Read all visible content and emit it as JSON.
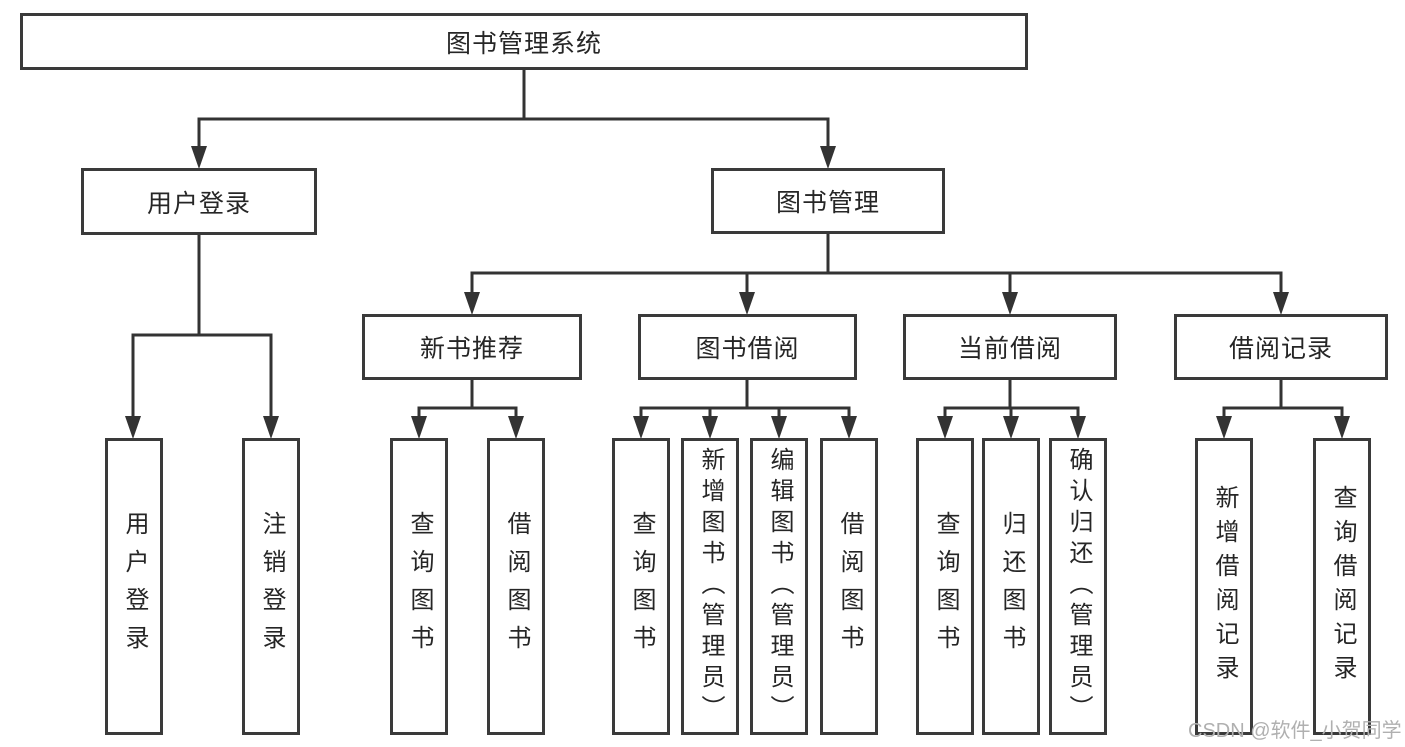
{
  "tree": {
    "label": "图书管理系统",
    "children": [
      {
        "label": "用户登录",
        "children": [
          {
            "label": "用户登录"
          },
          {
            "label": "注销登录"
          }
        ]
      },
      {
        "label": "图书管理",
        "children": [
          {
            "label": "新书推荐",
            "children": [
              {
                "label": "查询图书"
              },
              {
                "label": "借阅图书"
              }
            ]
          },
          {
            "label": "图书借阅",
            "children": [
              {
                "label": "查询图书"
              },
              {
                "label": "新增图书（管理员）"
              },
              {
                "label": "编辑图书（管理员）"
              },
              {
                "label": "借阅图书"
              }
            ]
          },
          {
            "label": "当前借阅",
            "children": [
              {
                "label": "查询图书"
              },
              {
                "label": "归还图书"
              },
              {
                "label": "确认归还（管理员）"
              }
            ]
          },
          {
            "label": "借阅记录",
            "children": [
              {
                "label": "新增借阅记录"
              },
              {
                "label": "查询借阅记录"
              }
            ]
          }
        ]
      }
    ]
  },
  "watermark": "CSDN @软件_小贺同学",
  "colors": {
    "line": "#333333",
    "border": "#3a3a3a",
    "text": "#262626",
    "watermark": "#b0b0b0"
  }
}
